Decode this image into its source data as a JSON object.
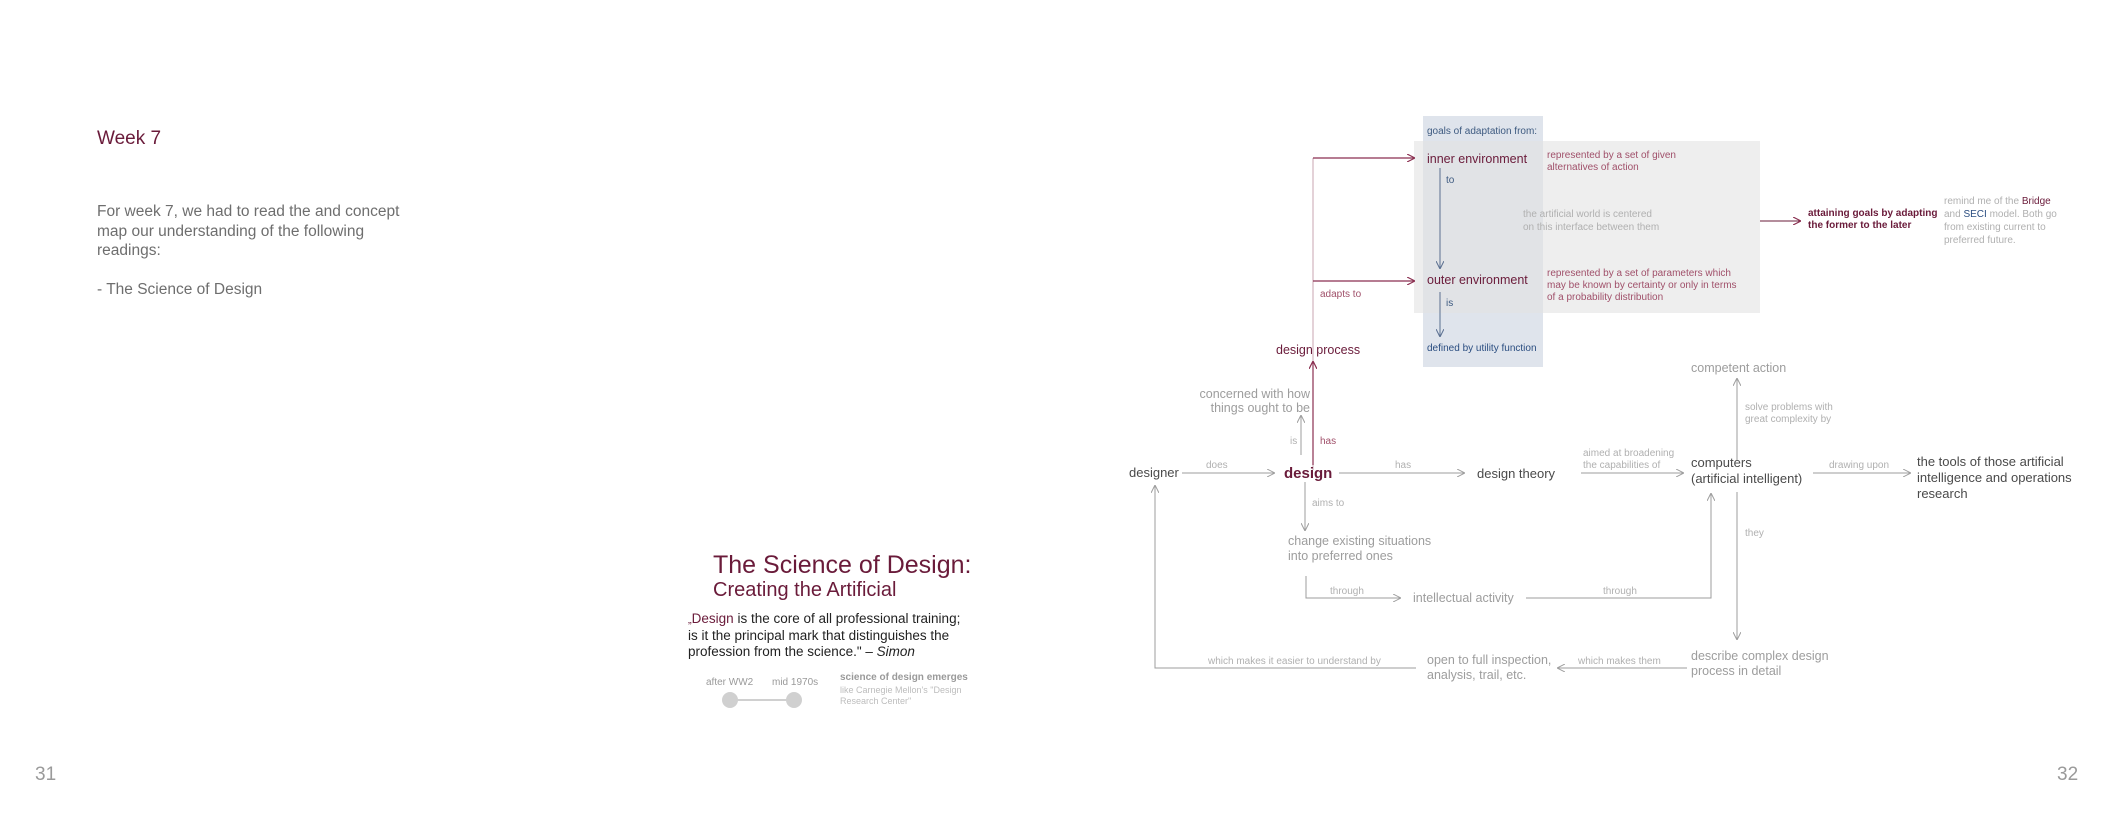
{
  "pages": {
    "left_number": "31",
    "right_number": "32"
  },
  "left_page": {
    "title": "Week 7",
    "intro": "For week 7, we had to read the and concept map our understanding of the following readings:",
    "readings": [
      "- The Science of Design"
    ]
  },
  "book": {
    "title": "The Science of Design:",
    "subtitle": "Creating the Artificial",
    "quote_open": "„",
    "quote_highlight": "Design",
    "quote_text": " is the core of all professional training; is it the principal mark that distinguishes the profession from the science.\" – ",
    "quote_author": "Simon",
    "timeline": {
      "points": [
        "after WW2",
        "mid 1970s"
      ],
      "note_title": "science of design emerges",
      "note_text": "like Carnegie Mellon's \"Design Research Center\""
    }
  },
  "diagram": {
    "nodes": {
      "designer": "designer",
      "design": "design",
      "design_process": "design process",
      "design_theory": "design theory",
      "computers_1": "computers",
      "computers_2": "(artificial intelligent)",
      "tools_1": "the tools of those artificial",
      "tools_2": "intelligence and operations",
      "tools_3": "research",
      "concerned_1": "concerned with how",
      "concerned_2": "things ought to be",
      "change_1": "change existing situations",
      "change_2": "into preferred ones",
      "intellectual": "intellectual activity",
      "competent": "competent action",
      "describe_1": "describe complex design",
      "describe_2": "process in detail",
      "open_1": "open to full inspection,",
      "open_2": "analysis, trail, etc.",
      "goals": "goals of adaptation from:",
      "inner": "inner environment",
      "outer": "outer environment",
      "defined": "defined by utility function",
      "attaining_1": "attaining goals by adapting",
      "attaining_2": "the former to the later"
    },
    "notes": {
      "inner_note_1": "represented by a set of given",
      "inner_note_2": "alternatives of action",
      "artificial_1": "the artificial world is centered",
      "artificial_2": "on this interface between them",
      "outer_note_1": "represented by a set of parameters which",
      "outer_note_2": "may be known by certainty or only in terms",
      "outer_note_3": "of a probability distribution",
      "remind_1": "remind me of the",
      "remind_bridge": "Bridge",
      "remind_2": "and",
      "remind_seci": "SECI",
      "remind_3": "model. Both go",
      "remind_4": "from existing current to",
      "remind_5": "preferred future."
    },
    "links": {
      "does": "does",
      "is": "is",
      "has_up": "has",
      "has_right": "has",
      "aims_to": "aims to",
      "through_1": "through",
      "through_2": "through",
      "aimed_1": "aimed at broadening",
      "aimed_2": "the capabilities of",
      "drawing": "drawing upon",
      "solve_1": "solve problems with",
      "solve_2": "great complexity by",
      "they": "they",
      "which_makes_them": "which makes them",
      "which_easier": "which makes it easier to understand by",
      "adapts": "adapts to",
      "to": "to",
      "is_small": "is"
    }
  },
  "colors": {
    "accent": "#6a1b3a",
    "grey": "#9d9d9d",
    "panel_blue": "#dfe4ec",
    "panel_grey": "#ededed"
  }
}
